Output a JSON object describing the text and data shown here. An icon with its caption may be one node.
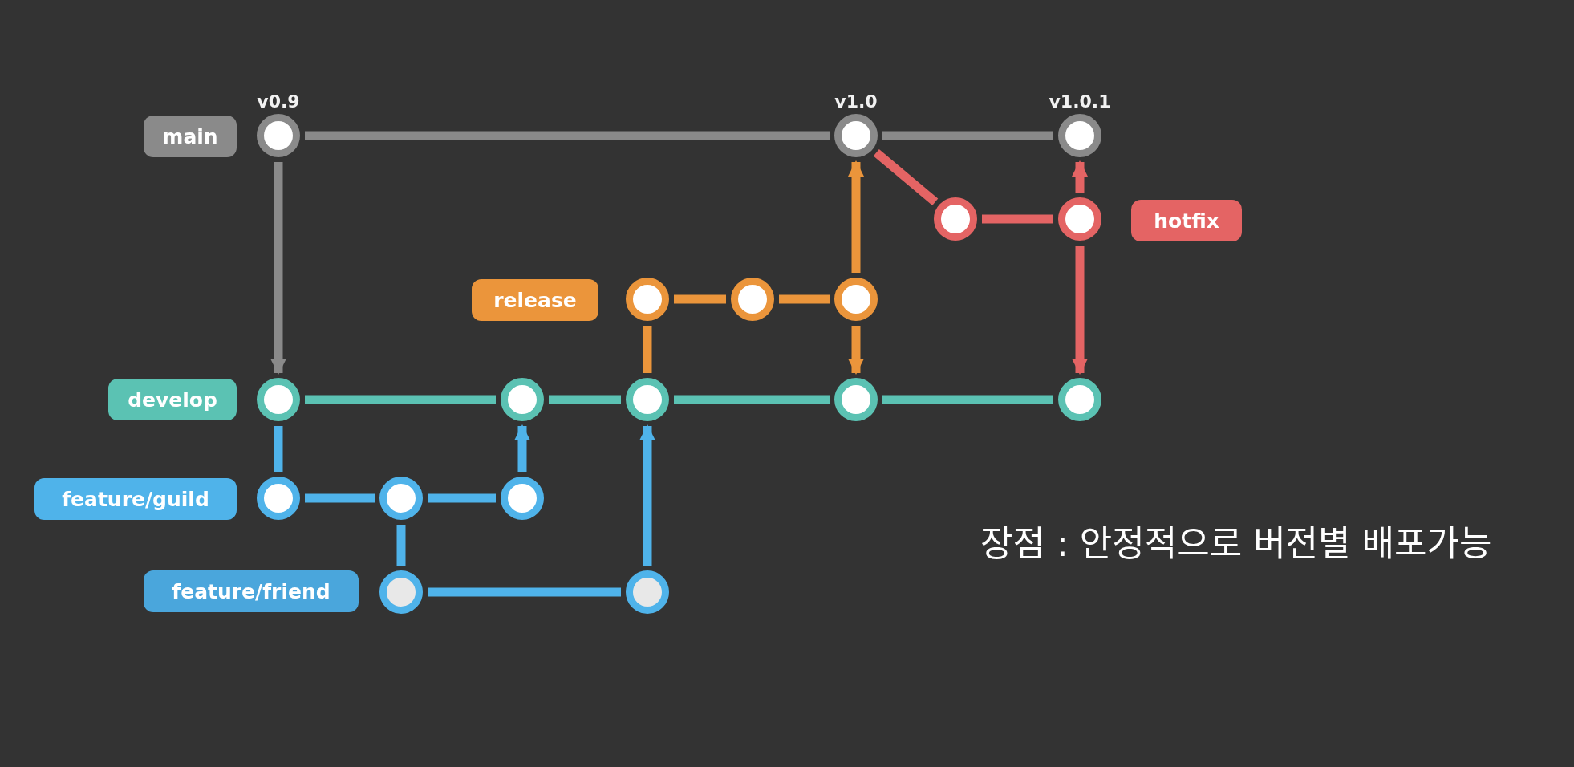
{
  "diagram": {
    "nodes": [
      {
        "text": [
          "main"
        ]
      },
      {
        "text": [],
        "shape": "circle",
        "beside": [
          "v0.9"
        ]
      },
      {
        "text": [],
        "shape": "circle",
        "beside": [
          "v1.0"
        ]
      },
      {
        "text": [],
        "shape": "circle",
        "beside": [
          "v1.0.1"
        ]
      },
      {
        "text": [
          "hotfix"
        ]
      },
      {
        "text": [],
        "shape": "circle"
      },
      {
        "text": [],
        "shape": "circle"
      },
      {
        "text": [
          "release"
        ]
      },
      {
        "text": [],
        "shape": "circle"
      },
      {
        "text": [],
        "shape": "circle"
      },
      {
        "text": [],
        "shape": "circle"
      },
      {
        "text": [
          "develop"
        ]
      },
      {
        "text": [],
        "shape": "circle"
      },
      {
        "text": [],
        "shape": "circle"
      },
      {
        "text": [],
        "shape": "circle"
      },
      {
        "text": [],
        "shape": "circle"
      },
      {
        "text": [],
        "shape": "circle"
      },
      {
        "text": [
          "feature/guild"
        ]
      },
      {
        "text": [],
        "shape": "circle"
      },
      {
        "text": [],
        "shape": "circle"
      },
      {
        "text": [],
        "shape": "circle"
      },
      {
        "text": [
          "feature/friend"
        ]
      },
      {
        "text": [],
        "shape": "circle"
      },
      {
        "text": [],
        "shape": "circle"
      }
    ],
    "edges": [
      {
        "from": 1,
        "to": 2,
        "arrow": "none",
        "color": "#8a8a8a"
      },
      {
        "from": 2,
        "to": 3,
        "arrow": "none",
        "color": "#8a8a8a"
      },
      {
        "from": 1,
        "to": 12,
        "arrow": "to",
        "color": "#8a8a8a"
      },
      {
        "from": 2,
        "to": 5,
        "arrow": "none",
        "color": "#e46464"
      },
      {
        "from": 5,
        "to": 6,
        "arrow": "none",
        "color": "#e46464"
      },
      {
        "from": 6,
        "to": 3,
        "arrow": "to",
        "color": "#e46464"
      },
      {
        "from": 6,
        "to": 16,
        "arrow": "to",
        "color": "#e46464"
      },
      {
        "from": 14,
        "to": 8,
        "arrow": "none",
        "color": "#eb953b"
      },
      {
        "from": 8,
        "to": 9,
        "arrow": "none",
        "color": "#eb953b"
      },
      {
        "from": 9,
        "to": 10,
        "arrow": "none",
        "color": "#eb953b"
      },
      {
        "from": 10,
        "to": 2,
        "arrow": "to",
        "color": "#eb953b"
      },
      {
        "from": 10,
        "to": 15,
        "arrow": "to",
        "color": "#eb953b"
      },
      {
        "from": 12,
        "to": 13,
        "arrow": "none",
        "color": "#5bc2b3"
      },
      {
        "from": 13,
        "to": 14,
        "arrow": "none",
        "color": "#5bc2b3"
      },
      {
        "from": 14,
        "to": 15,
        "arrow": "none",
        "color": "#5bc2b3"
      },
      {
        "from": 15,
        "to": 16,
        "arrow": "none",
        "color": "#5bc2b3"
      },
      {
        "from": 12,
        "to": 18,
        "arrow": "none"
      },
      {
        "from": 18,
        "to": 19,
        "arrow": "none"
      },
      {
        "from": 19,
        "to": 20,
        "arrow": "none"
      },
      {
        "from": 20,
        "to": 13,
        "arrow": "to"
      },
      {
        "from": 19,
        "to": 22,
        "arrow": "none"
      },
      {
        "from": 22,
        "to": 23,
        "arrow": "none"
      },
      {
        "from": 23,
        "to": 14,
        "arrow": "to"
      }
    ],
    "labels": [
      "장점 : 안정적으로 버전별 배포가능"
    ]
  }
}
